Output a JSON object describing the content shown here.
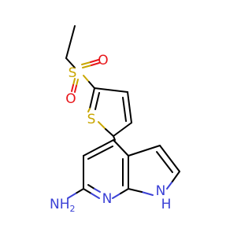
{
  "molecule": {
    "atoms": {
      "sulfonyl_s": "S",
      "sulfonyl_o1": "O",
      "sulfonyl_o2": "O",
      "thiophene_s": "S",
      "amine_n": "NH",
      "amine_h": "2",
      "pyridine_n": "N",
      "pyrrole_n": "N",
      "pyrrole_h": "H"
    },
    "colors": {
      "sulfur": "#c9a600",
      "oxygen": "#e8161a",
      "nitrogen": "#3b41d6",
      "carbon_bond": "#000000"
    }
  }
}
